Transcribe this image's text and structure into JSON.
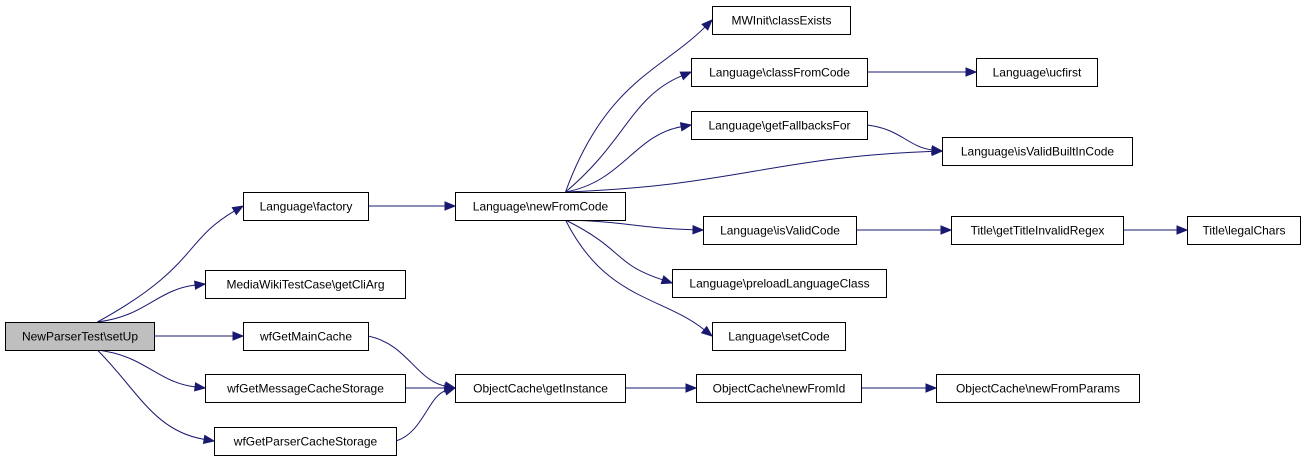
{
  "colors": {
    "edge": "#191970",
    "root_fill": "#bfbfbf",
    "node_fill": "#ffffff",
    "node_border": "#000000"
  },
  "nodes": [
    {
      "id": "setup",
      "label": "NewParserTest\\setUp",
      "root": true
    },
    {
      "id": "factory",
      "label": "Language\\factory"
    },
    {
      "id": "getcliarg",
      "label": "MediaWikiTestCase\\getCliArg"
    },
    {
      "id": "maincache",
      "label": "wfGetMainCache"
    },
    {
      "id": "msgcache",
      "label": "wfGetMessageCacheStorage"
    },
    {
      "id": "parsercache",
      "label": "wfGetParserCacheStorage"
    },
    {
      "id": "newfromcode",
      "label": "Language\\newFromCode"
    },
    {
      "id": "getinstance",
      "label": "ObjectCache\\getInstance"
    },
    {
      "id": "classexists",
      "label": "MWInit\\classExists"
    },
    {
      "id": "classfromcode",
      "label": "Language\\classFromCode"
    },
    {
      "id": "getfallbacks",
      "label": "Language\\getFallbacksFor"
    },
    {
      "id": "isvalidcode",
      "label": "Language\\isValidCode"
    },
    {
      "id": "preload",
      "label": "Language\\preloadLanguageClass"
    },
    {
      "id": "setcode",
      "label": "Language\\setCode"
    },
    {
      "id": "newfromid",
      "label": "ObjectCache\\newFromId"
    },
    {
      "id": "ucfirst",
      "label": "Language\\ucfirst"
    },
    {
      "id": "isvalidbuiltin",
      "label": "Language\\isValidBuiltInCode"
    },
    {
      "id": "gettitleinvalid",
      "label": "Title\\getTitleInvalidRegex"
    },
    {
      "id": "newfromparams",
      "label": "ObjectCache\\newFromParams"
    },
    {
      "id": "legalchars",
      "label": "Title\\legalChars"
    }
  ],
  "edges": [
    {
      "from": "setup",
      "to": "factory"
    },
    {
      "from": "setup",
      "to": "getcliarg"
    },
    {
      "from": "setup",
      "to": "maincache"
    },
    {
      "from": "setup",
      "to": "msgcache"
    },
    {
      "from": "setup",
      "to": "parsercache"
    },
    {
      "from": "factory",
      "to": "newfromcode"
    },
    {
      "from": "newfromcode",
      "to": "classexists"
    },
    {
      "from": "newfromcode",
      "to": "classfromcode"
    },
    {
      "from": "newfromcode",
      "to": "getfallbacks"
    },
    {
      "from": "newfromcode",
      "to": "isvalidbuiltin"
    },
    {
      "from": "newfromcode",
      "to": "isvalidcode"
    },
    {
      "from": "newfromcode",
      "to": "preload"
    },
    {
      "from": "newfromcode",
      "to": "setcode"
    },
    {
      "from": "classfromcode",
      "to": "ucfirst"
    },
    {
      "from": "getfallbacks",
      "to": "isvalidbuiltin"
    },
    {
      "from": "isvalidcode",
      "to": "gettitleinvalid"
    },
    {
      "from": "gettitleinvalid",
      "to": "legalchars"
    },
    {
      "from": "maincache",
      "to": "getinstance"
    },
    {
      "from": "msgcache",
      "to": "getinstance"
    },
    {
      "from": "parsercache",
      "to": "getinstance"
    },
    {
      "from": "getinstance",
      "to": "newfromid"
    },
    {
      "from": "newfromid",
      "to": "newfromparams"
    }
  ]
}
